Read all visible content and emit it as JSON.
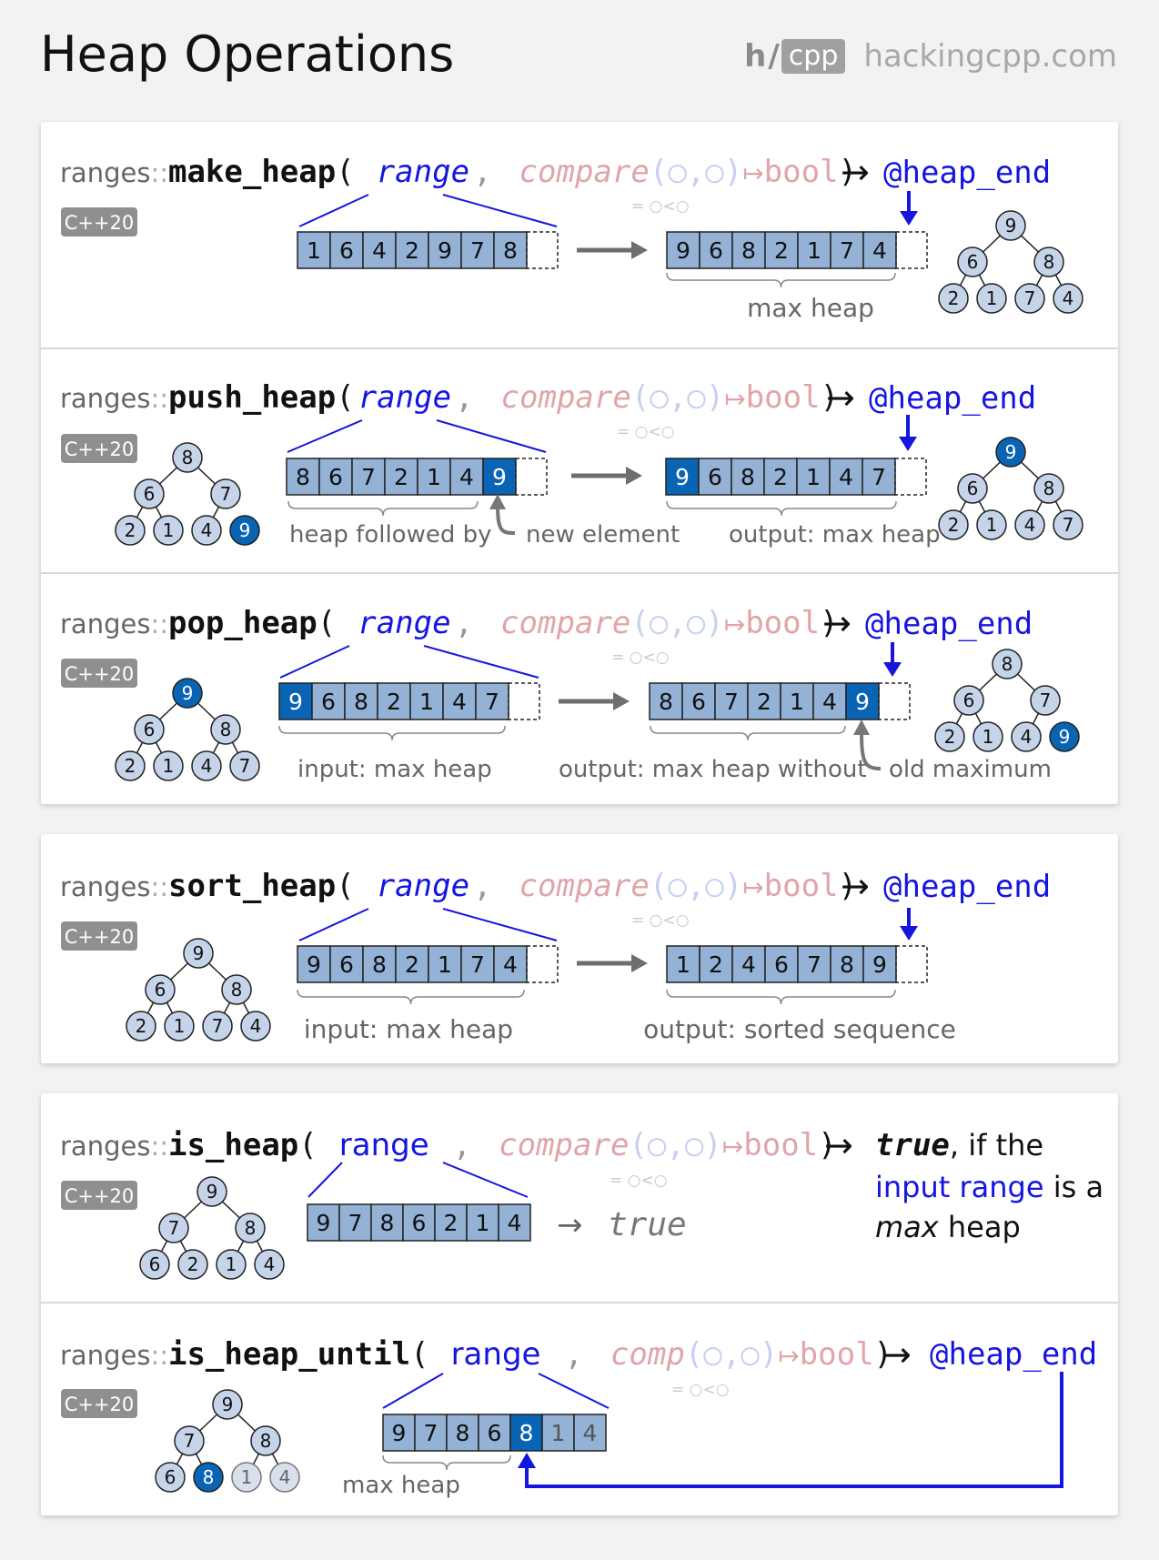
{
  "header": {
    "title": "Heap Operations",
    "brand_h": "h",
    "brand_slash": "/",
    "brand_cpp": "cpp",
    "brand_site": "hackingcpp.com"
  },
  "common": {
    "ns": "ranges",
    "ns_sep": "::",
    "badge": "C++20",
    "range": "range",
    "comma": ",",
    "compare": "compare",
    "comp": "comp",
    "cmp_args": "(○,○)",
    "maps_to": "↦",
    "bool": "bool",
    "paren_open": "(",
    "paren_close": ")",
    "arrow": "→",
    "heap_end": "@heap_end",
    "cmp_hint": "= ○<○"
  },
  "colors": {
    "cell_fill": "#94b1d6",
    "cell_highlight": "#0a64b4",
    "blue_text": "#1515e0",
    "compare_text": "#e0a5a8",
    "badge_bg": "#8f8f8f",
    "label_gray": "#666666"
  },
  "sections": [
    {
      "id": "make_heap",
      "func": "make_heap",
      "input": [
        "1",
        "6",
        "4",
        "2",
        "9",
        "7",
        "8"
      ],
      "output": [
        "9",
        "6",
        "8",
        "2",
        "1",
        "7",
        "4"
      ],
      "output_label": "max heap",
      "tree_out": [
        "9",
        "6",
        "8",
        "2",
        "1",
        "7",
        "4"
      ]
    },
    {
      "id": "push_heap",
      "func": "push_heap",
      "input": [
        "8",
        "6",
        "7",
        "2",
        "1",
        "4",
        "9"
      ],
      "output": [
        "9",
        "6",
        "8",
        "2",
        "1",
        "4",
        "7"
      ],
      "input_label": "heap followed by",
      "new_label": "new element",
      "output_label": "output: max heap",
      "tree_in": [
        "8",
        "6",
        "7",
        "2",
        "1",
        "4"
      ],
      "tree_in_extra": "9",
      "tree_out": [
        "9",
        "6",
        "8",
        "2",
        "1",
        "4",
        "7"
      ]
    },
    {
      "id": "pop_heap",
      "func": "pop_heap",
      "input": [
        "9",
        "6",
        "8",
        "2",
        "1",
        "4",
        "7"
      ],
      "output": [
        "8",
        "6",
        "7",
        "2",
        "1",
        "4",
        "9"
      ],
      "input_label": "input: max heap",
      "output_label": "output: max heap without",
      "old_label": "old maximum",
      "tree_in": [
        "9",
        "6",
        "8",
        "2",
        "1",
        "4",
        "7"
      ],
      "tree_out": [
        "8",
        "6",
        "7",
        "2",
        "1",
        "4"
      ],
      "tree_out_extra": "9"
    },
    {
      "id": "sort_heap",
      "func": "sort_heap",
      "input": [
        "9",
        "6",
        "8",
        "2",
        "1",
        "7",
        "4"
      ],
      "output": [
        "1",
        "2",
        "4",
        "6",
        "7",
        "8",
        "9"
      ],
      "input_label": "input: max heap",
      "output_label": "output: sorted sequence",
      "tree_in": [
        "9",
        "6",
        "8",
        "2",
        "1",
        "7",
        "4"
      ]
    },
    {
      "id": "is_heap",
      "func": "is_heap",
      "input": [
        "9",
        "7",
        "8",
        "6",
        "2",
        "1",
        "4"
      ],
      "result": "true",
      "desc_true": "true",
      "desc_if": ", if the",
      "desc_input_range": "input range",
      "desc_is_a": " is a",
      "desc_max": "max",
      "desc_heap": " heap",
      "tree_in": [
        "9",
        "7",
        "8",
        "6",
        "2",
        "1",
        "4"
      ]
    },
    {
      "id": "is_heap_until",
      "func": "is_heap_until",
      "input": [
        "9",
        "7",
        "8",
        "6",
        "8",
        "1",
        "4"
      ],
      "input_label": "max heap",
      "tree_in": [
        "9",
        "7",
        "8",
        "6",
        "8",
        "1",
        "4"
      ]
    }
  ]
}
